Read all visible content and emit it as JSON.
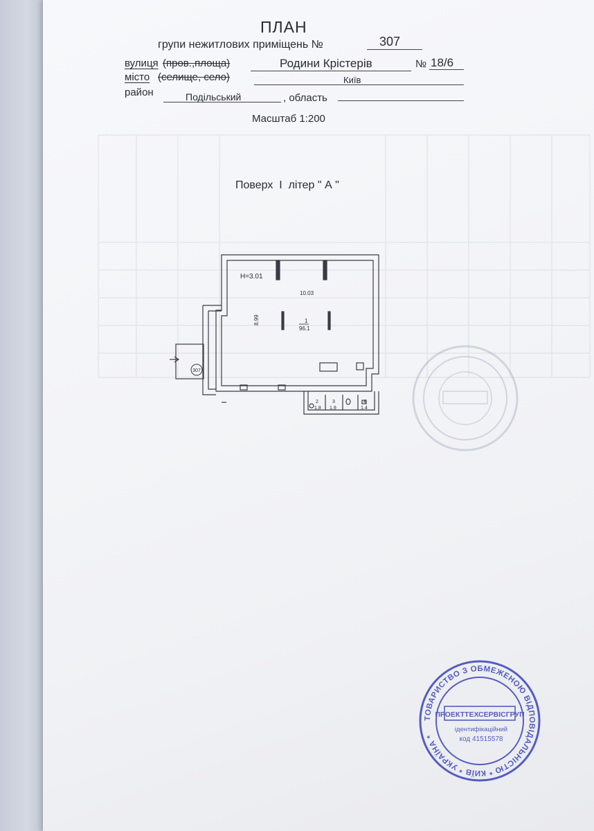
{
  "header": {
    "title": "ПЛАН",
    "subtitle_prefix": "групи нежитлових приміщень №",
    "group_number": "307"
  },
  "address": {
    "street_label": "вулиця",
    "street_label_struck": "(пров.,площа)",
    "street_value": "Родини Крістерів",
    "number_label": "№",
    "number_value": "18/6",
    "city_label": "місто",
    "city_label_struck": "(селище, село)",
    "city_value": "Київ",
    "district_label": "район",
    "district_value": "Подільський",
    "region_label": ", область",
    "region_value": ""
  },
  "scale": "Масштаб 1:200",
  "floor_caption": "Поверх  І  літер \" А \"",
  "plan": {
    "height_label": "Н=3.01",
    "dim_horizontal": "10.03",
    "dim_vertical": "8.99",
    "entrance_marker": "307",
    "rooms": [
      {
        "number": "1",
        "area": "96.1"
      },
      {
        "number": "2",
        "area": "1.8"
      },
      {
        "number": "3",
        "area": "1.9"
      },
      {
        "number": "4",
        "area": "1.4"
      }
    ]
  },
  "stamps": [
    {
      "ring_text": "ТОВАРИСТВО З ОБМЕЖЕНОЮ ВІДПОВІДАЛЬНІСТЮ * КИЇВ * УКРАЇНА *",
      "company": "ПРОЕКТТЕХСЕРВІСГРУП",
      "id_label": "ідентифікаційний",
      "id_code": "код 41515578",
      "color": "#3a44b8"
    }
  ],
  "colors": {
    "ink": "#2a2a33",
    "stamp": "#3a44b8",
    "paper": "#f3f4f7"
  }
}
